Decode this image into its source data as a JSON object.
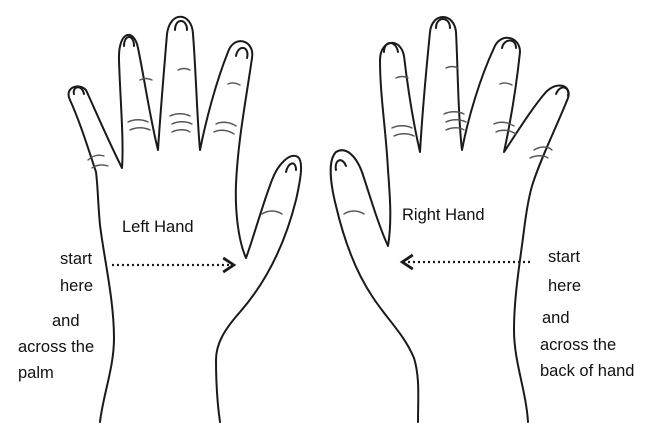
{
  "left_hand": {
    "title": "Left Hand",
    "instruction": {
      "line1": "start",
      "line2": "here",
      "line3": "and",
      "line4": "across the",
      "line5": "palm"
    }
  },
  "right_hand": {
    "title": "Right Hand",
    "instruction": {
      "line1": "start",
      "line2": "here",
      "line3": "and",
      "line4": "across the",
      "line5": "back of hand"
    }
  },
  "colors": {
    "line": "#1a1a1a",
    "crease": "#555555",
    "background": "#ffffff"
  }
}
